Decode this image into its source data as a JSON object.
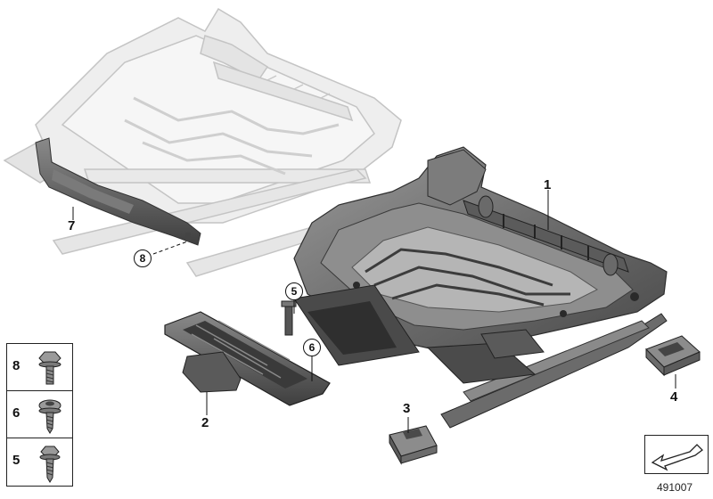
{
  "callouts": {
    "part_1": "1",
    "part_2": "2",
    "part_3": "3",
    "part_4": "4",
    "part_5": "5",
    "part_6": "6",
    "part_7": "7",
    "part_8": "8"
  },
  "legend": {
    "rows": [
      {
        "number": "8",
        "icon": "hex-flange-bolt-icon"
      },
      {
        "number": "6",
        "icon": "pan-head-screw-icon"
      },
      {
        "number": "5",
        "icon": "hex-flange-screw-icon"
      }
    ]
  },
  "diagram_number": "491007",
  "colors": {
    "ghost_frame": "#d0d0d0",
    "frame_dark": "#6e6e6e",
    "frame_mid": "#8a8a8a",
    "parts_dark": "#555555"
  }
}
